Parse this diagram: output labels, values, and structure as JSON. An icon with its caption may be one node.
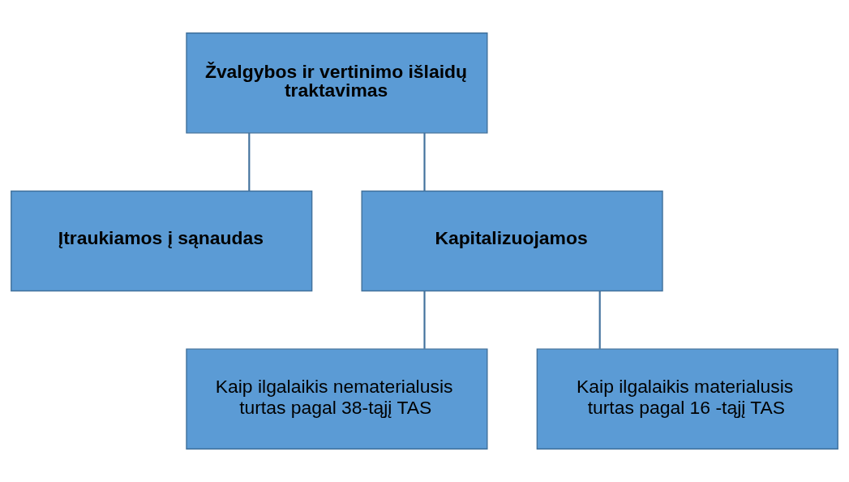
{
  "diagram": {
    "nodes": [
      {
        "text": [
          "Žvalgybos ir vertinimo išlaidų traktavimas"
        ]
      },
      {
        "text": [
          "Įtraukiamos į sąnaudas"
        ]
      },
      {
        "text": [
          "Kapitalizuojamos"
        ]
      },
      {
        "text": [
          "Kaip ilgalaikis nematerialusis turtas pagal 38-tąjį TAS"
        ]
      },
      {
        "text": [
          "Kaip ilgalaikis materialusis turtas pagal 16 -tąjį TAS"
        ]
      }
    ],
    "edges": [
      {
        "from": 0,
        "to": 1,
        "arrow": "none"
      },
      {
        "from": 0,
        "to": 2,
        "arrow": "none"
      },
      {
        "from": 2,
        "to": 3,
        "arrow": "none"
      },
      {
        "from": 2,
        "to": 4,
        "arrow": "none"
      }
    ]
  }
}
